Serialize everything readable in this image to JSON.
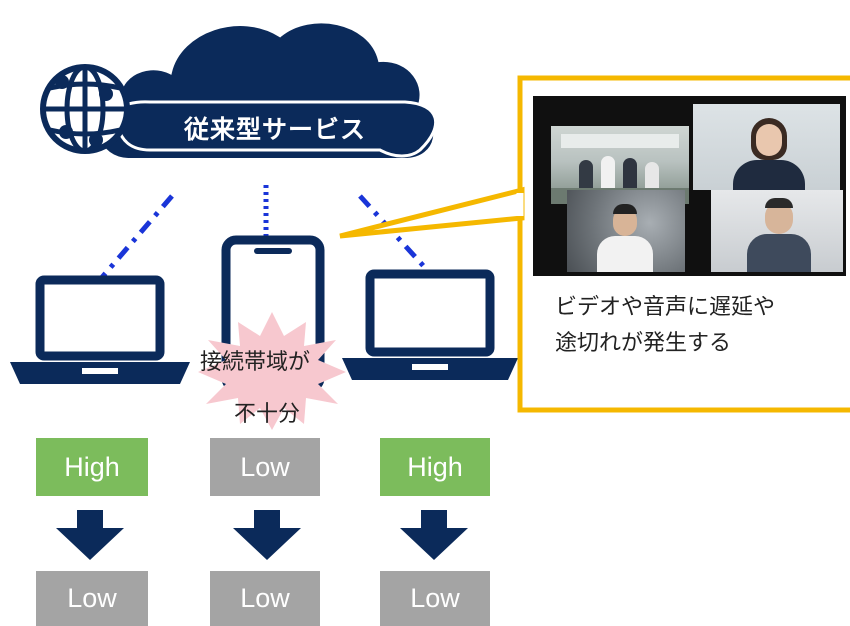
{
  "cloud": {
    "label": "従来型サービス"
  },
  "burst": {
    "line1": "接続帯域が",
    "line2": "不十分"
  },
  "callout": {
    "line1": "ビデオや音声に遅延や",
    "line2": "途切れが発生する"
  },
  "devices": [
    {
      "type": "laptop",
      "before": "High",
      "after": "Low"
    },
    {
      "type": "smartphone",
      "before": "Low",
      "after": "Low"
    },
    {
      "type": "laptop",
      "before": "High",
      "after": "Low"
    }
  ],
  "colors": {
    "navy": "#0b2a5a",
    "link_blue": "#1a35d8",
    "high_green": "#7cbc5c",
    "low_gray": "#a4a4a4",
    "callout_yellow": "#f5b800",
    "burst_pink": "#f7c8cf"
  }
}
